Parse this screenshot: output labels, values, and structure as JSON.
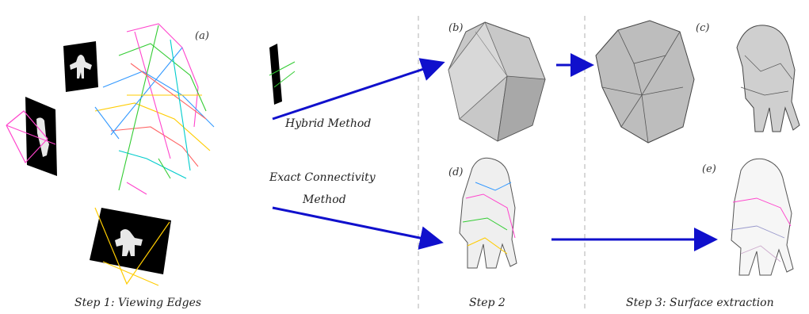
{
  "panels": {
    "a": "(a)",
    "b": "(b)",
    "c": "(c)",
    "d": "(d)",
    "e": "(e)"
  },
  "methods": {
    "hybrid": "Hybrid Method",
    "exact_line1": "Exact Connectivity",
    "exact_line2": "Method"
  },
  "steps": {
    "step1": "Step 1: Viewing Edges",
    "step2": "Step 2",
    "step3": "Step 3: Surface extraction"
  },
  "colors": {
    "arrow": "#1010cc",
    "divider": "#b0b0b0",
    "mesh_gray": "#9a9a9a",
    "edge_colors": [
      "#ff44cc",
      "#33cc33",
      "#3399ff",
      "#ffcc00",
      "#ff6666",
      "#00cccc"
    ]
  }
}
